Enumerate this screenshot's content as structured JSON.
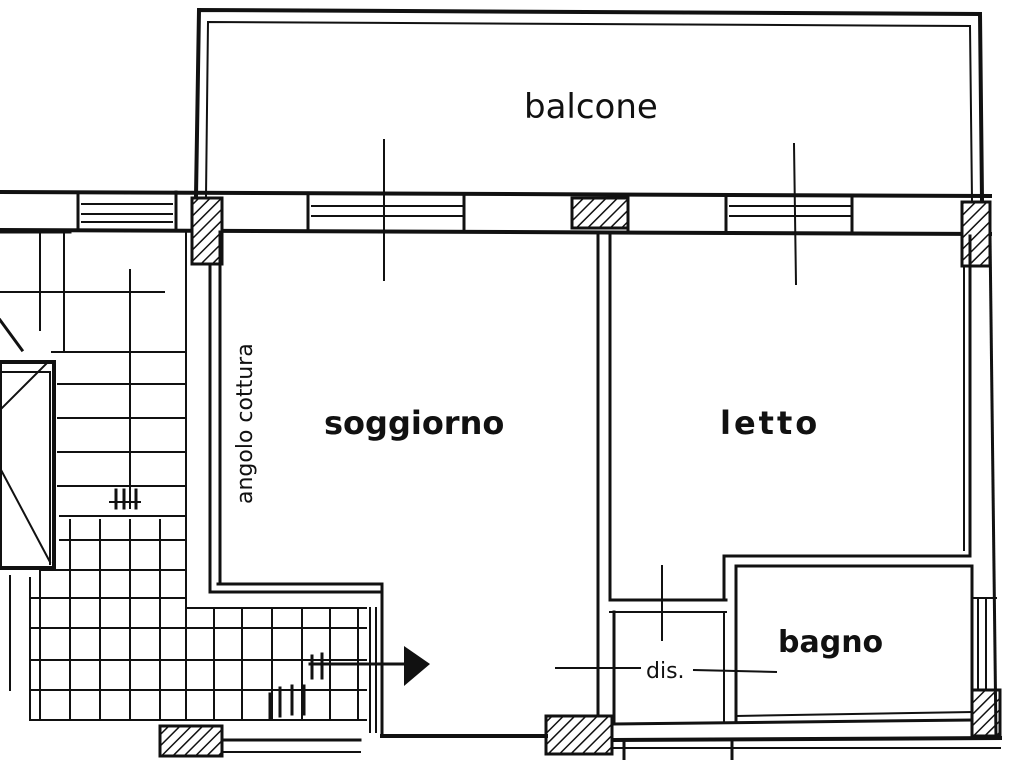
{
  "plan": {
    "labels": {
      "balcone": "balcone",
      "angolo_cottura": "angolo cottura",
      "soggiorno": "soggiorno",
      "letto": "letto",
      "bagno": "bagno",
      "dis": "dis."
    },
    "colors": {
      "ink": "#111111",
      "paper": "#ffffff"
    }
  }
}
